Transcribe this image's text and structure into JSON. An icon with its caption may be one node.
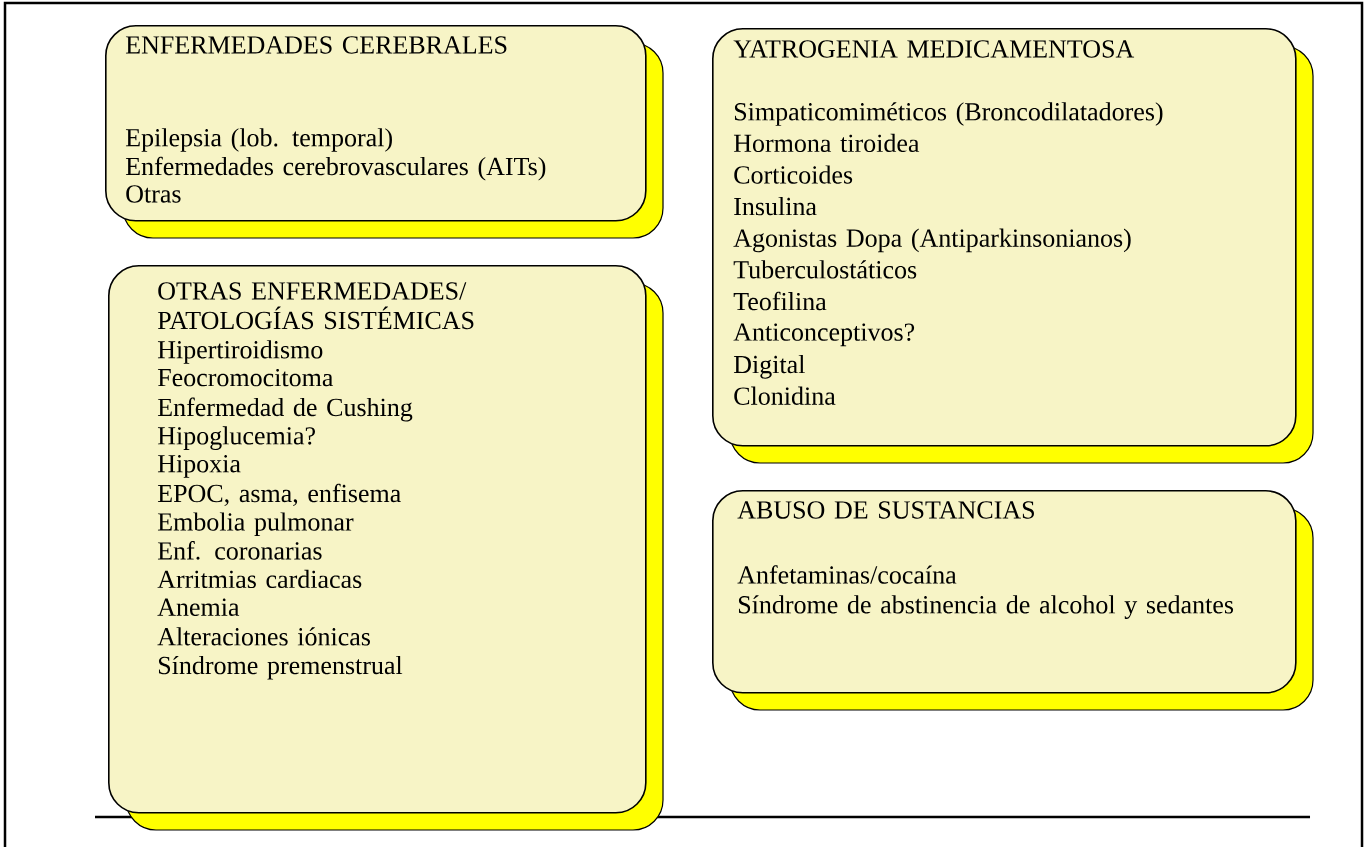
{
  "diagram": {
    "nodes": [
      {
        "text": [
          "ENFERMEDADES CEREBRALES",
          "Epilepsia (lob. temporal)",
          "Enfermedades cerebrovasculares (AITs)",
          "Otras"
        ]
      },
      {
        "text": [
          "OTRAS ENFERMEDADES/ PATOLOGÍAS SISTÉMICAS",
          "Hipertiroidismo",
          "Feocromocitoma",
          "Enfermedad de Cushing",
          "Hipoglucemia?",
          "Hipoxia",
          "EPOC, asma, enfisema",
          "Embolia pulmonar",
          "Enf. coronarias",
          "Arritmias cardiacas",
          "Anemia",
          "Alteraciones iónicas",
          "Síndrome premenstrual"
        ]
      },
      {
        "text": [
          "YATROGENIA MEDICAMENTOSA",
          "Simpaticomiméticos (Broncodilatadores)",
          "Hormona tiroidea",
          "Corticoides",
          "Insulina",
          "Agonistas Dopa (Antiparkinsonianos)",
          "Tuberculostáticos",
          "Teofilina",
          "Anticonceptivos?",
          "Digital",
          "Clonidina"
        ]
      },
      {
        "text": [
          "ABUSO DE SUSTANCIAS",
          "Anfetaminas/cocaína",
          "Síndrome de abstinencia de alcohol y sedantes"
        ]
      }
    ]
  }
}
